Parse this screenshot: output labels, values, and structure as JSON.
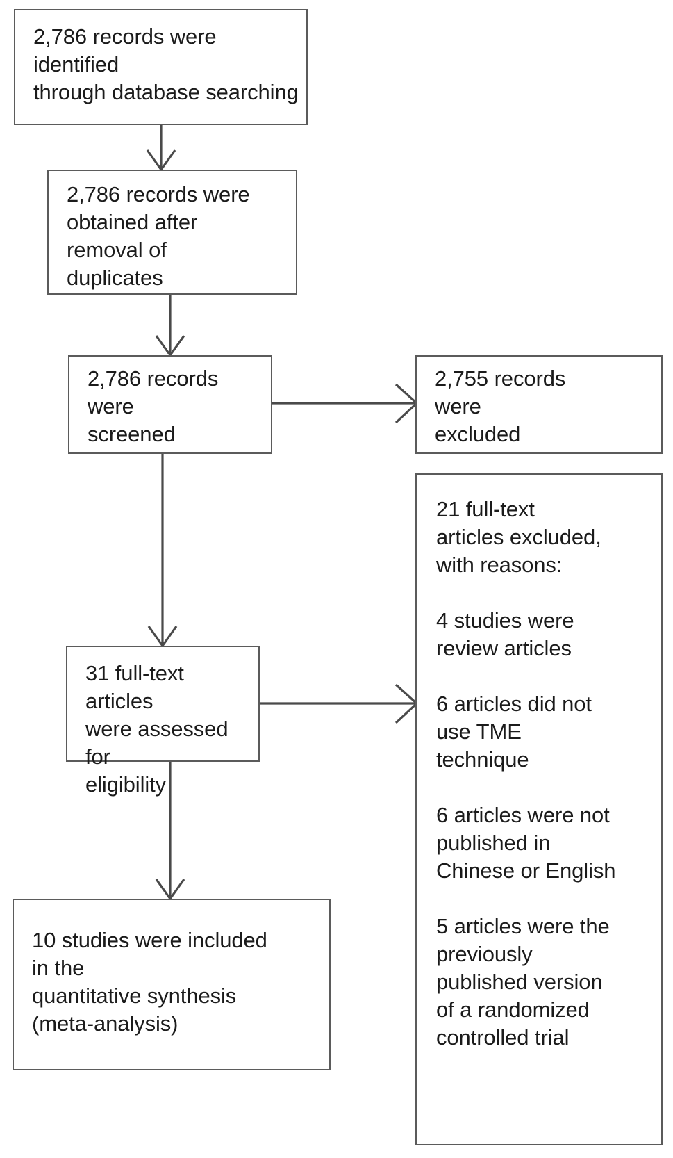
{
  "diagram": {
    "title": "PRISMA study selection flow diagram",
    "type": "flowchart",
    "stroke_color": "#5b5b5b",
    "text_color": "#1b1b1b",
    "background": "#ffffff",
    "nodes": [
      {
        "id": "identification",
        "text": "2,786 records were\nidentified\nthrough database searching",
        "count": 2786
      },
      {
        "id": "after-duplicates",
        "text": "2,786 records were\nobtained after\nremoval of\nduplicates",
        "count": 2786
      },
      {
        "id": "screened",
        "text": "2,786 records\nwere\nscreened",
        "count": 2786
      },
      {
        "id": "records-excluded",
        "text": "2,755 records\nwere\nexcluded",
        "count": 2755
      },
      {
        "id": "eligibility",
        "text": "31 full-text articles\nwere assessed for\neligibility",
        "count": 31
      },
      {
        "id": "included",
        "text": "10 studies were included\nin the\nquantitative synthesis\n(meta-analysis)",
        "count": 10
      },
      {
        "id": "fulltext-excluded",
        "text": "21 full-text\narticles excluded,\nwith reasons:\n\n4 studies were\nreview articles\n\n6 articles did not\nuse TME\ntechnique\n\n6 articles were not\npublished in\nChinese or English\n\n5 articles were the\npreviously\npublished version\nof a randomized\ncontrolled trial",
        "count": 21
      }
    ],
    "exclusion_reasons": [
      {
        "count": 4,
        "reason": "studies were review articles"
      },
      {
        "count": 6,
        "reason": "articles did not use TME technique"
      },
      {
        "count": 6,
        "reason": "articles were not published in Chinese or English"
      },
      {
        "count": 5,
        "reason": "articles were the previously published version of a randomized controlled trial"
      }
    ],
    "edges": [
      {
        "from": "identification",
        "to": "after-duplicates",
        "direction": "down"
      },
      {
        "from": "after-duplicates",
        "to": "screened",
        "direction": "down"
      },
      {
        "from": "screened",
        "to": "records-excluded",
        "direction": "right"
      },
      {
        "from": "screened",
        "to": "eligibility",
        "direction": "down"
      },
      {
        "from": "eligibility",
        "to": "fulltext-excluded",
        "direction": "right"
      },
      {
        "from": "eligibility",
        "to": "included",
        "direction": "down"
      }
    ]
  }
}
